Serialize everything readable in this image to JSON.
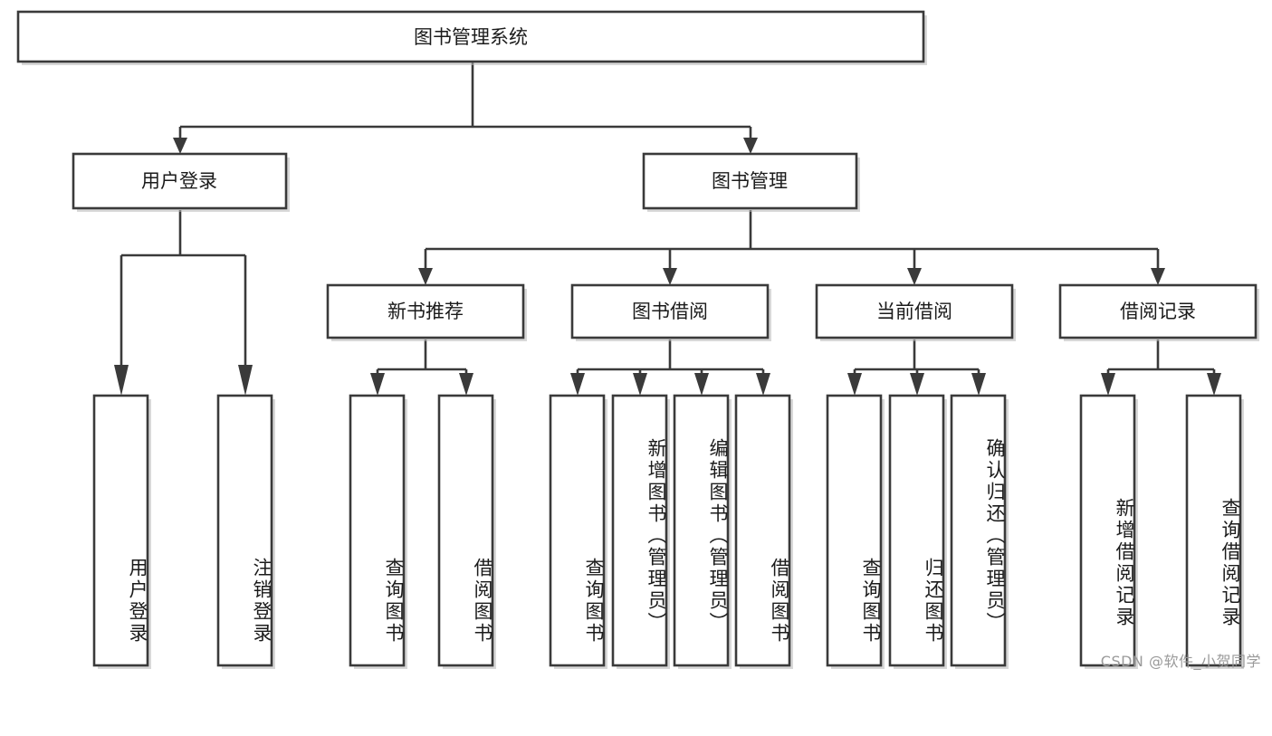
{
  "diagram": {
    "type": "tree-hierarchy",
    "title": "图书管理系统",
    "colors": {
      "box_fill": "#ffffff",
      "box_stroke": "#3a3a3a",
      "text": "#1b1b1b",
      "background": "#ffffff",
      "watermark": "#9a9a9a"
    },
    "root": {
      "id": "root",
      "label": "图书管理系统",
      "orientation": "horizontal"
    },
    "level2": [
      {
        "id": "user-login",
        "label": "用户登录",
        "orientation": "horizontal"
      },
      {
        "id": "book-management",
        "label": "图书管理",
        "orientation": "horizontal"
      }
    ],
    "level3": [
      {
        "id": "new-book-recommend",
        "label": "新书推荐",
        "orientation": "horizontal",
        "parent": "book-management"
      },
      {
        "id": "book-borrow",
        "label": "图书借阅",
        "orientation": "horizontal",
        "parent": "book-management"
      },
      {
        "id": "current-borrow",
        "label": "当前借阅",
        "orientation": "horizontal",
        "parent": "book-management"
      },
      {
        "id": "borrow-record",
        "label": "借阅记录",
        "orientation": "horizontal",
        "parent": "book-management"
      }
    ],
    "leaves": {
      "user_login": [
        {
          "id": "leaf-user-login",
          "label": "用户登录",
          "orientation": "vertical"
        },
        {
          "id": "leaf-logout-login",
          "label": "注销登录",
          "orientation": "vertical"
        }
      ],
      "new_book_recommend": [
        {
          "id": "leaf-query-books-1",
          "label": "查询图书",
          "orientation": "vertical"
        },
        {
          "id": "leaf-borrow-books-1",
          "label": "借阅图书",
          "orientation": "vertical"
        }
      ],
      "book_borrow": [
        {
          "id": "leaf-query-books-2",
          "label": "查询图书",
          "orientation": "vertical"
        },
        {
          "id": "leaf-add-book-admin",
          "label": "新增图书（管理员）",
          "orientation": "vertical"
        },
        {
          "id": "leaf-edit-book-admin",
          "label": "编辑图书（管理员）",
          "orientation": "vertical"
        },
        {
          "id": "leaf-borrow-books-2",
          "label": "借阅图书",
          "orientation": "vertical"
        }
      ],
      "current_borrow": [
        {
          "id": "leaf-query-books-3",
          "label": "查询图书",
          "orientation": "vertical"
        },
        {
          "id": "leaf-return-books",
          "label": "归还图书",
          "orientation": "vertical"
        },
        {
          "id": "leaf-confirm-return-admin",
          "label": "确认归还（管理员）",
          "orientation": "vertical"
        }
      ],
      "borrow_record": [
        {
          "id": "leaf-add-borrow-record",
          "label": "新增借阅记录",
          "orientation": "vertical"
        },
        {
          "id": "leaf-query-borrow-record",
          "label": "查询借阅记录",
          "orientation": "vertical"
        }
      ]
    },
    "watermark": "CSDN @软件_小贺同学"
  }
}
